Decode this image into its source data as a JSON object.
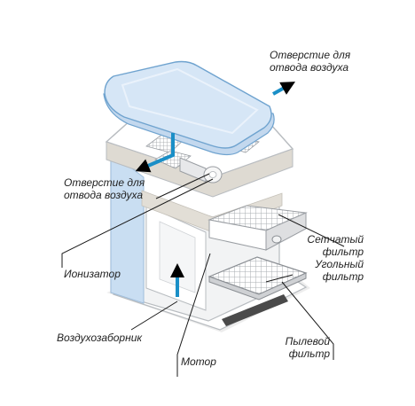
{
  "labels": {
    "air_outlet_top": [
      "Отверстие для",
      "отвода воздуха"
    ],
    "air_outlet_mid": [
      "Отверстие для",
      "отвода воздуха"
    ],
    "mesh_filter": [
      "Сетчатый",
      "фильтр"
    ],
    "carbon_filter": [
      "Угольный",
      "фильтр"
    ],
    "ionizer": "Ионизатор",
    "air_intake": "Воздухозаборник",
    "motor": "Мотор",
    "dust_filter": [
      "Пылевой",
      "фильтр"
    ]
  },
  "colors": {
    "accent_arrow": "#1a8fc7",
    "lid_fill": "#d6e6f6",
    "lid_stroke": "#6fa3cf",
    "body_outline": "#b8bcc0",
    "body_fill": "#f2f3f4",
    "tray_fill": "#dedad2",
    "side_panel": "#c9def2",
    "leader_line": "#1a1a1a"
  }
}
